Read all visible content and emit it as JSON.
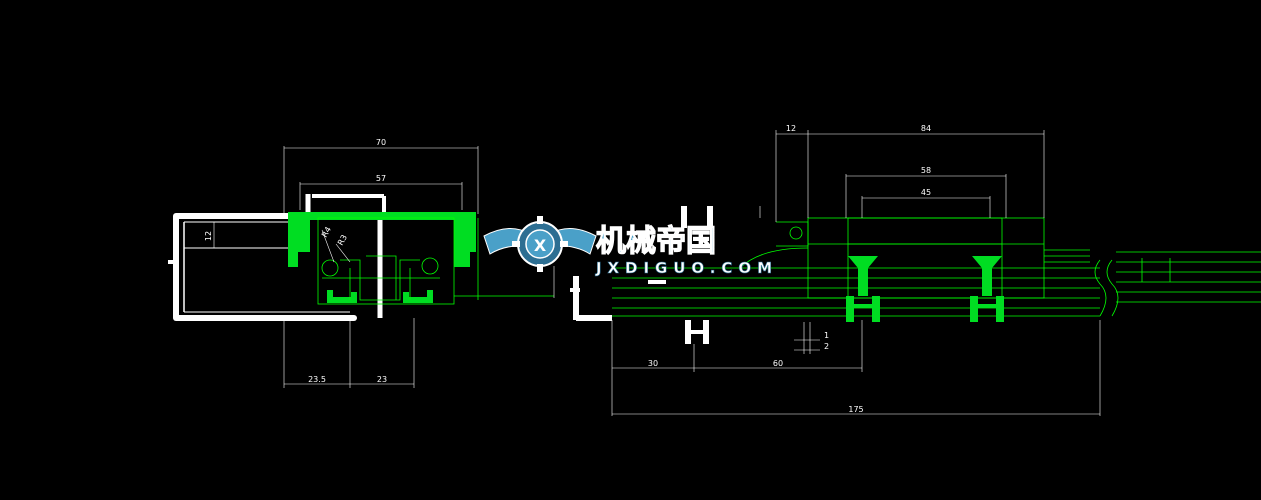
{
  "drawing": {
    "background": "#000000",
    "colors": {
      "line_white": "#ffffff",
      "line_green": "#00ff00",
      "fill_green": "#00dd22",
      "watermark_blue": "#4aa0c8",
      "watermark_text": "#ffffff"
    }
  },
  "left_view": {
    "dims": {
      "width_total": "70",
      "width_inner": "57",
      "height": "12",
      "radius_1": "R4",
      "radius_2": "R3",
      "offset_left": "23.5",
      "offset_right": "23"
    }
  },
  "right_view": {
    "dims": {
      "top_small": "12",
      "top_large": "84",
      "inner_58": "58",
      "inner_45": "45",
      "gap_1": "1",
      "gap_2": "2",
      "bottom_30": "30",
      "bottom_60": "60",
      "overall": "175"
    }
  },
  "watermark": {
    "cn_text": "机械帝国",
    "en_text": "JXDIGUO.COM",
    "logo_icon": "gear-wings-logo"
  }
}
